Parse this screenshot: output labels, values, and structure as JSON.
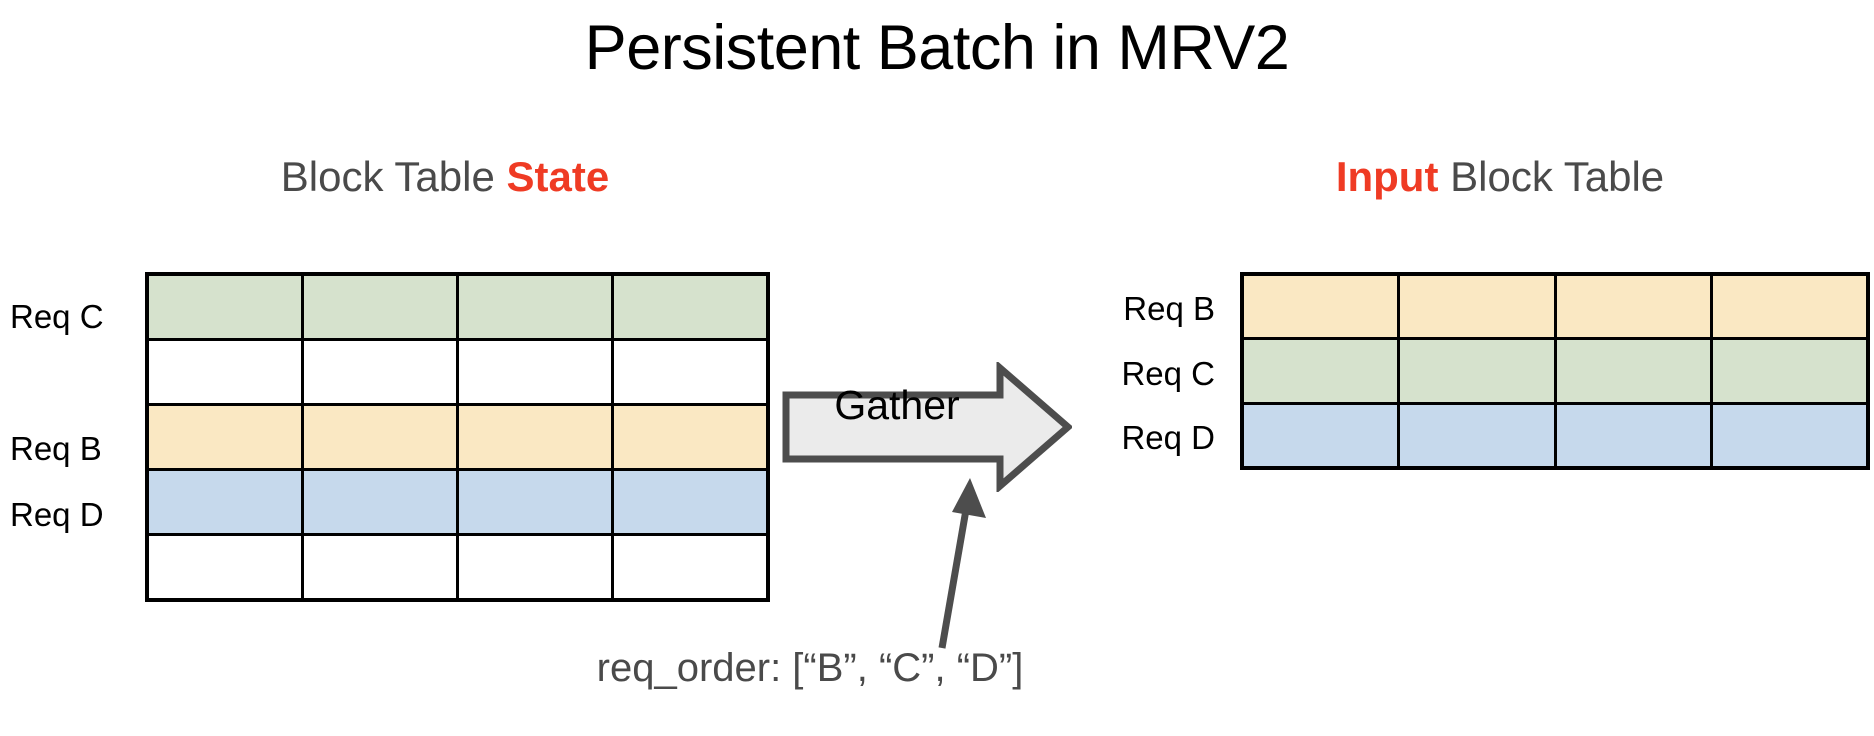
{
  "title": "Persistent Batch in MRV2",
  "colors": {
    "accent_red": "#ef3b24",
    "heading_gray": "#4a4a4a",
    "green": "#d6e2cd",
    "yellow": "#fae8c3",
    "blue": "#c6d9ec",
    "arrow_fill": "#ebebeb",
    "arrow_stroke": "#4d4d4d",
    "grid_line": "#000000",
    "background": "#ffffff"
  },
  "left_panel": {
    "heading_prefix": "Block Table ",
    "heading_emphasis": "State",
    "row_labels": [
      {
        "text": "Req C",
        "row": 0
      },
      {
        "text": "Req B",
        "row": 2
      },
      {
        "text": "Req D",
        "row": 3
      }
    ],
    "columns": 4,
    "rows": 5,
    "row_fills": [
      "green",
      "plain",
      "yellow",
      "blue",
      "plain"
    ]
  },
  "right_panel": {
    "heading_emphasis": "Input",
    "heading_suffix": " Block Table",
    "row_labels": [
      {
        "text": "Req B",
        "row": 0
      },
      {
        "text": "Req C",
        "row": 1
      },
      {
        "text": "Req D",
        "row": 2
      }
    ],
    "columns": 4,
    "rows": 3,
    "row_fills": [
      "yellow",
      "green",
      "blue"
    ]
  },
  "gather": {
    "label": "Gather",
    "direction": "right"
  },
  "caption": {
    "text": "req_order: [“B”, “C”, “D”]"
  }
}
